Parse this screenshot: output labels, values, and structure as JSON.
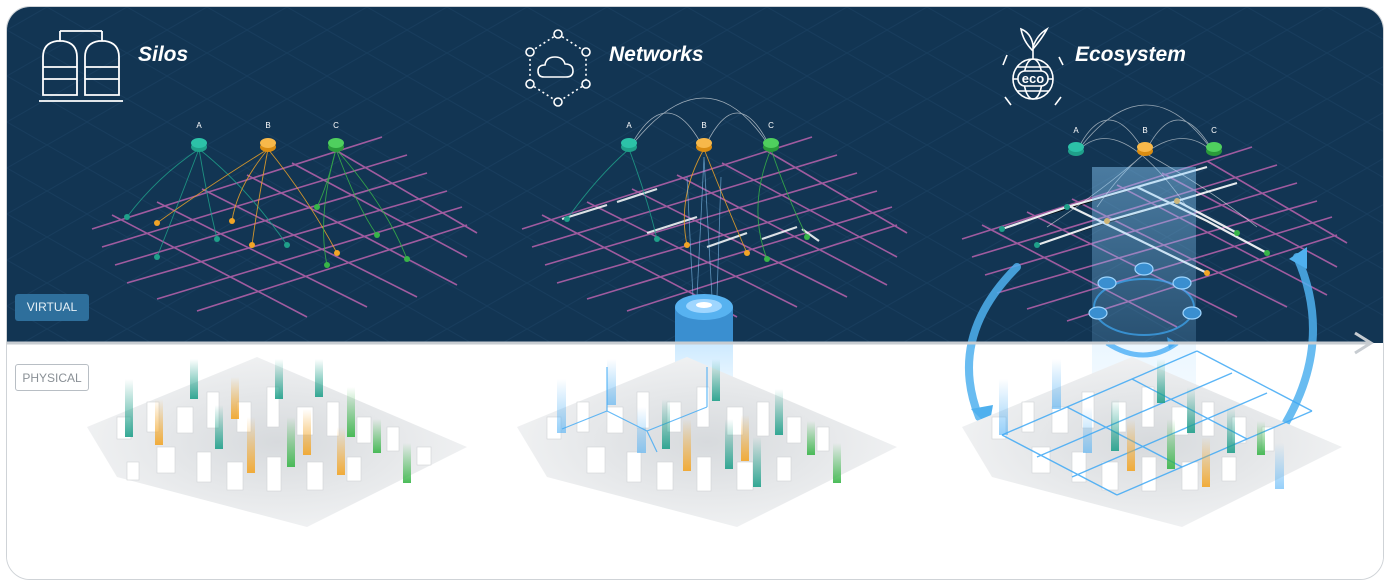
{
  "panels": [
    {
      "title": "Silos",
      "icon": "silo-tanks-icon",
      "nodes": [
        "A",
        "B",
        "C"
      ]
    },
    {
      "title": "Networks",
      "icon": "cloud-network-icon",
      "nodes": [
        "A",
        "B",
        "C"
      ]
    },
    {
      "title": "Ecosystem",
      "icon": "eco-globe-icon",
      "icon_text": "eco",
      "nodes": [
        "A",
        "B",
        "C"
      ]
    }
  ],
  "layers": {
    "virtual": "VIRTUAL",
    "physical": "PHYSICAL"
  },
  "colors": {
    "virtual_bg": "#123553",
    "grid_road": "#b060a8",
    "node_a": "#1fa08a",
    "node_b": "#f2a526",
    "node_c": "#38b548",
    "link": "#3fa9f5",
    "building": "#e4e6e8"
  }
}
